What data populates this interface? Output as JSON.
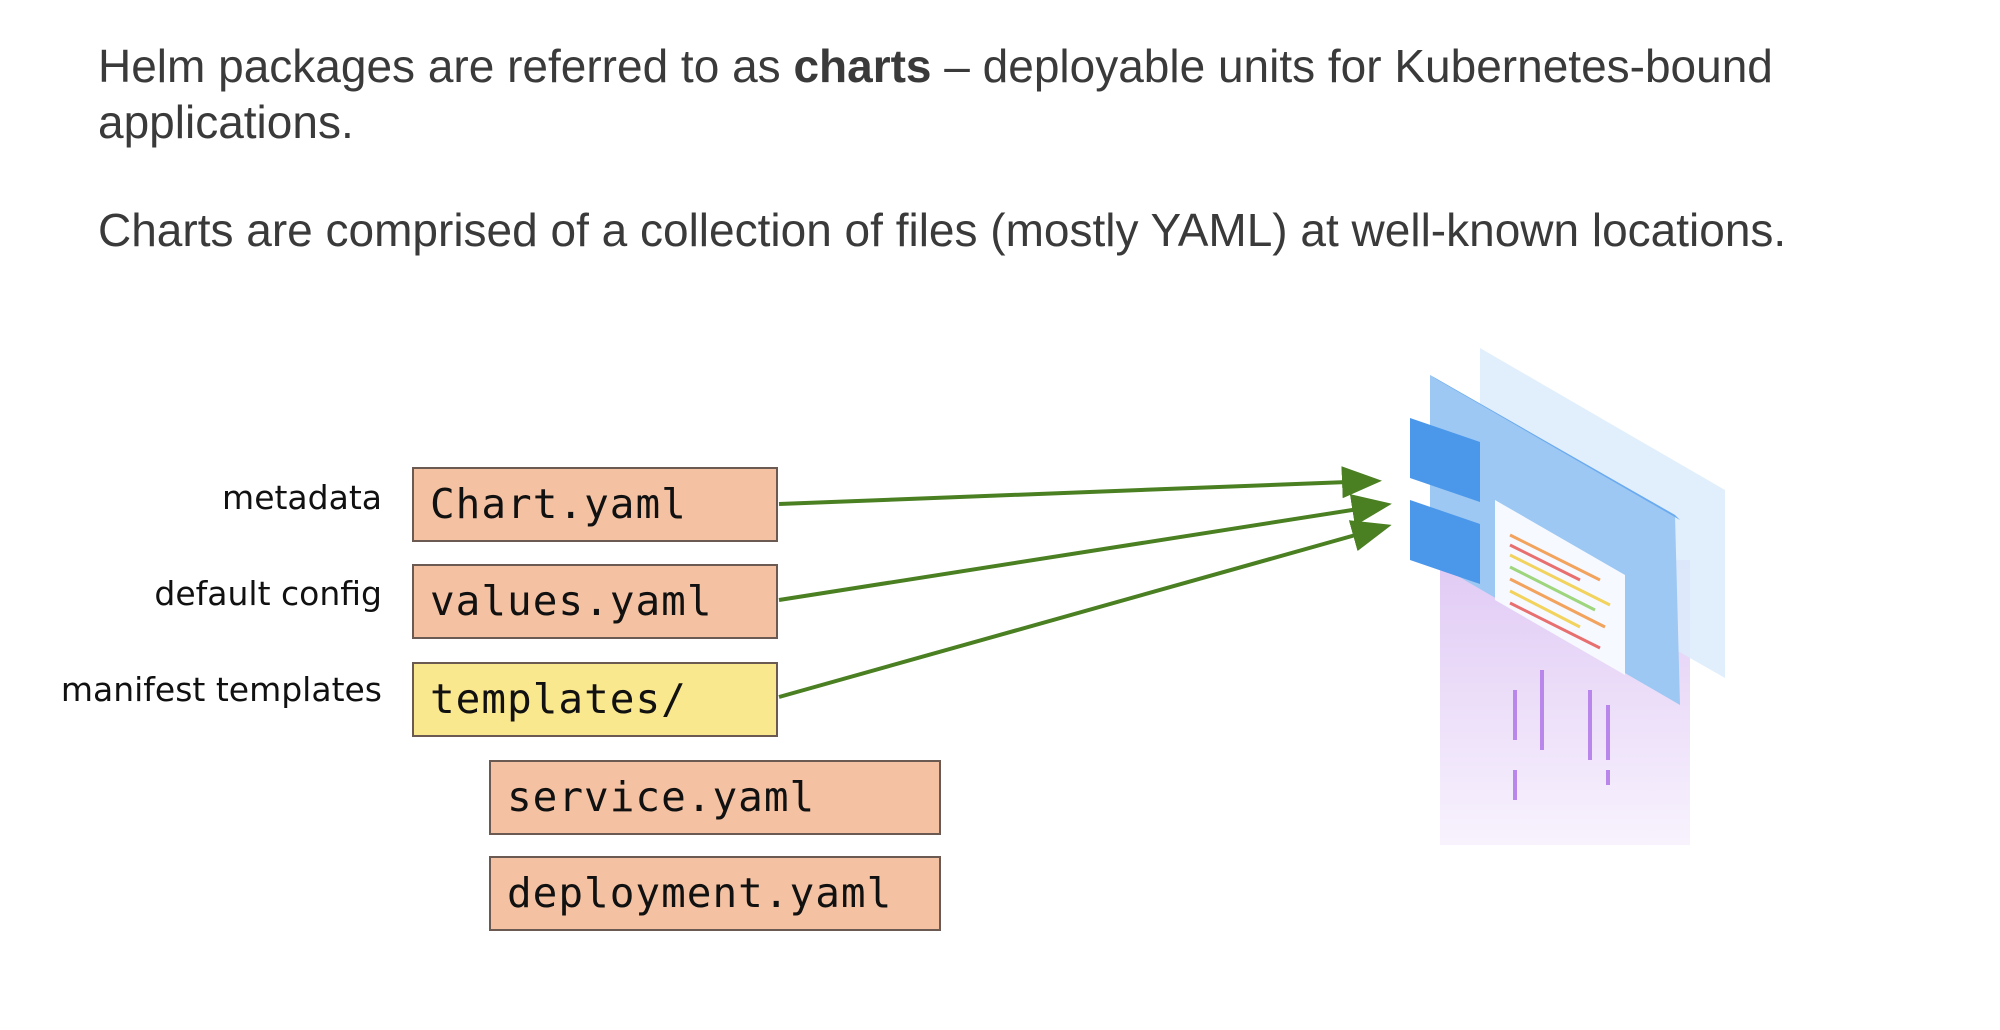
{
  "intro": {
    "line1_pre": "Helm packages are referred to as ",
    "line1_bold": "charts",
    "line1_post": " – deployable units for Kubernetes-bound applications.",
    "line2": "Charts are comprised of a collection of files (mostly YAML) at well-known locations."
  },
  "labels": {
    "metadata": "metadata",
    "default_config": "default config",
    "manifest_templates": "manifest templates"
  },
  "files": {
    "chart": "Chart.yaml",
    "values": "values.yaml",
    "templates": "templates/",
    "service": "service.yaml",
    "deployment": "deployment.yaml"
  },
  "colors": {
    "file_box": "#f4c2a3",
    "templates_box": "#fae88e",
    "arrow": "#4a7f22"
  }
}
